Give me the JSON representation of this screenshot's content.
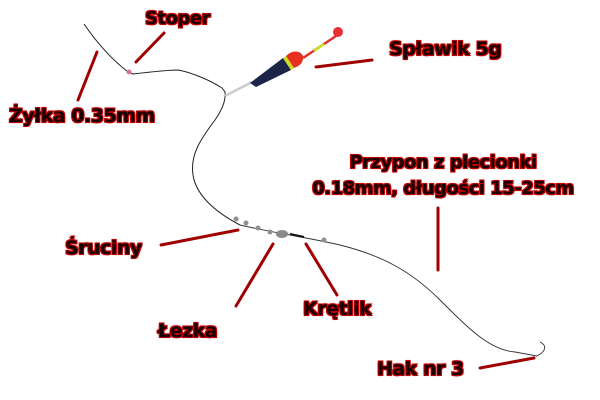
{
  "colors": {
    "label_text": "#1a0000",
    "label_outline": "#c00000",
    "pointer_line": "#a00000",
    "fishing_line": "#222222",
    "float_body": "#1c2448",
    "float_top": "#e83020",
    "float_band": "#c8e020",
    "shot": "#909090",
    "stopper": "#e070a0"
  },
  "labels": {
    "stoper": "Stoper",
    "zylka": "Żyłka 0.35mm",
    "splawik": "Spławik 5g",
    "przypon_line1": "Przypon z plecionki",
    "przypon_line2": "0.18mm, długości 15-25cm",
    "sruciny": "Śruciny",
    "lezka": "Łezka",
    "kretlik": "Krętlik",
    "hak": "Hak nr 3"
  }
}
